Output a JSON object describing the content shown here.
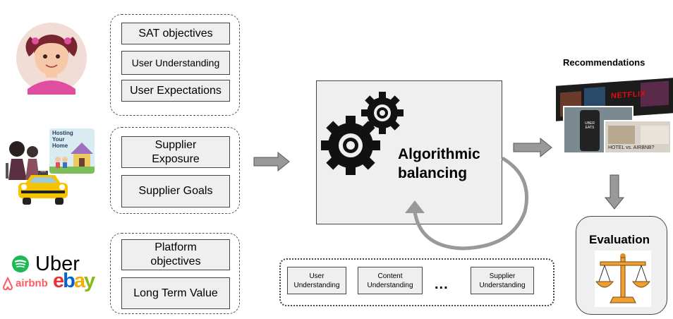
{
  "groups": {
    "user": {
      "items": [
        "SAT objectives",
        "User Understanding",
        "User Expectations"
      ]
    },
    "supplier": {
      "items": [
        "Supplier Exposure",
        "Supplier Goals"
      ]
    },
    "platform": {
      "items": [
        "Platform objectives",
        "Long Term Value"
      ]
    }
  },
  "main": {
    "title": "Algorithmic balancing"
  },
  "understanding": {
    "items": [
      "User Understanding",
      "Content Understanding",
      "Supplier Understanding"
    ],
    "ellipsis": "..."
  },
  "recommendations": {
    "title": "Recommendations",
    "collage_text": {
      "netflix": "NETFLIX",
      "uber": "UBER EATS",
      "hotel": "HOTEL vs. AIRBNB?"
    }
  },
  "evaluation": {
    "title": "Evaluation"
  },
  "supplier_images": {
    "poster_text": "Hosting Your Home",
    "taxi_sign": "TAXI"
  },
  "logos": {
    "spotify": "spotify",
    "uber": "Uber",
    "airbnb": "airbnb",
    "ebay": "ebay"
  },
  "colors": {
    "box_fill": "#efefef",
    "arrow": "#999999",
    "spotify": "#1db954",
    "airbnb": "#ff5a5f",
    "ebay_e": "#e53238",
    "ebay_b": "#0064d2",
    "ebay_a": "#f5af02",
    "ebay_y": "#86b817",
    "netflix": "#e50914",
    "avatar_bg": "#f2ddd6",
    "scale": "#f0a030"
  },
  "icons": [
    "girl-avatar-icon",
    "gears-icon",
    "scale-icon",
    "loop-arrow-icon"
  ]
}
